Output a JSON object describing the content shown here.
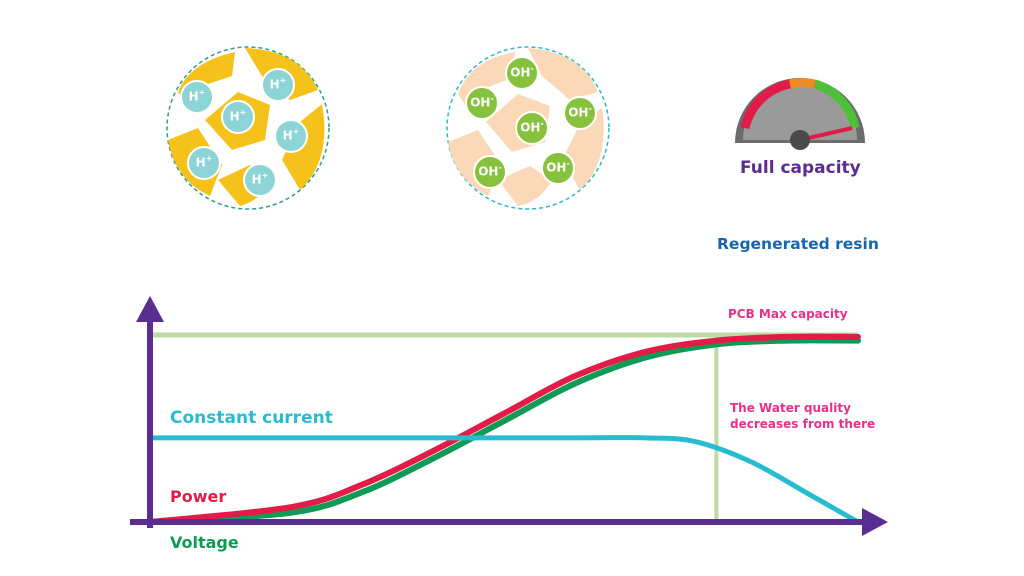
{
  "colors": {
    "purple": "#5a2d91",
    "red": "#e21b47",
    "green": "#0f9a55",
    "cyan": "#27bccf",
    "pink": "#e6318a",
    "blue": "#1467b0",
    "light_green": "#bcdba4",
    "yellow_resin": "#f5c21b",
    "peach_resin": "#fbd9b8",
    "h_ion": "#8dd4d6",
    "oh_ion": "#86c23d"
  },
  "resin_h": {
    "ion_label": "H",
    "ion_sup": "+",
    "ion_count": 6
  },
  "resin_oh": {
    "ion_label": "OH",
    "ion_sup": "-",
    "ion_count": 6
  },
  "gauge": {
    "label": "Full capacity",
    "icon": "speedometer-icon"
  },
  "labels": {
    "regenerated": "Regenerated resin",
    "pcb_max": "PCB Max capacity",
    "water_quality_line1": "The Water quality",
    "water_quality_line2": "decreases from there",
    "constant_current": "Constant current",
    "power": "Power",
    "voltage": "Voltage"
  },
  "chart_data": {
    "type": "line",
    "title": "",
    "xlabel": "",
    "ylabel": "",
    "xlim": [
      0,
      100
    ],
    "ylim": [
      0,
      100
    ],
    "grid": false,
    "series": [
      {
        "name": "Power",
        "color": "#e21b47",
        "x": [
          0,
          20,
          30,
          40,
          50,
          60,
          70,
          80,
          90,
          100
        ],
        "y": [
          0,
          8,
          20,
          38,
          58,
          78,
          91,
          97,
          99,
          99
        ]
      },
      {
        "name": "Voltage",
        "color": "#0f9a55",
        "x": [
          0,
          20,
          30,
          40,
          50,
          60,
          70,
          80,
          90,
          100
        ],
        "y": [
          0,
          5,
          16,
          34,
          54,
          74,
          88,
          95,
          97,
          97
        ]
      },
      {
        "name": "Constant current",
        "color": "#27bccf",
        "x": [
          0,
          20,
          40,
          60,
          70,
          77,
          85,
          93,
          100
        ],
        "y": [
          45,
          45,
          45,
          45,
          45,
          43,
          32,
          15,
          0
        ]
      }
    ],
    "reference_lines": [
      {
        "label": "PCB Max capacity",
        "orientation": "horizontal",
        "y": 100
      },
      {
        "label": "The Water quality decreases from there",
        "orientation": "vertical",
        "x": 80
      }
    ]
  }
}
